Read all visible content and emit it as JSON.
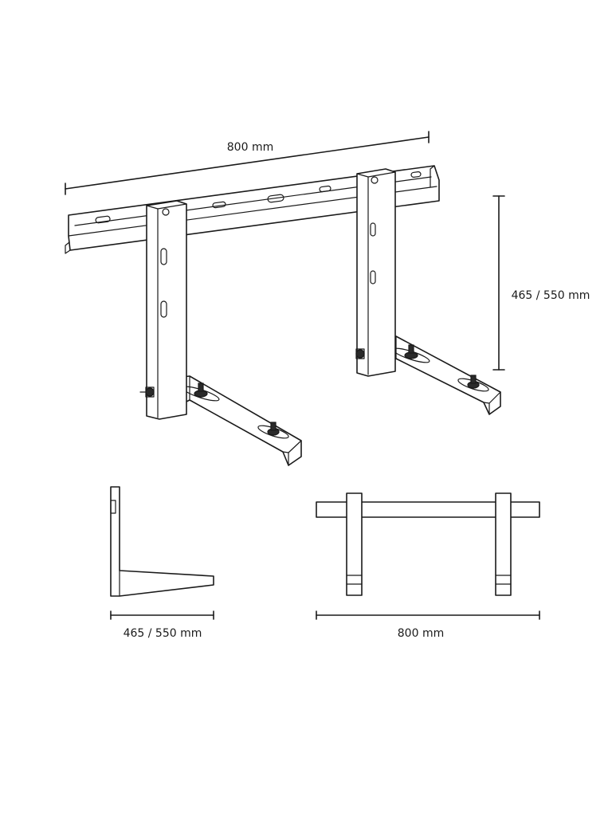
{
  "dimensions": {
    "top_width": "800 mm",
    "height": "465 / 550 mm",
    "side_depth": "465 / 550 mm",
    "front_width": "800 mm"
  },
  "colors": {
    "line": "#1a1a1a",
    "background": "#ffffff"
  }
}
